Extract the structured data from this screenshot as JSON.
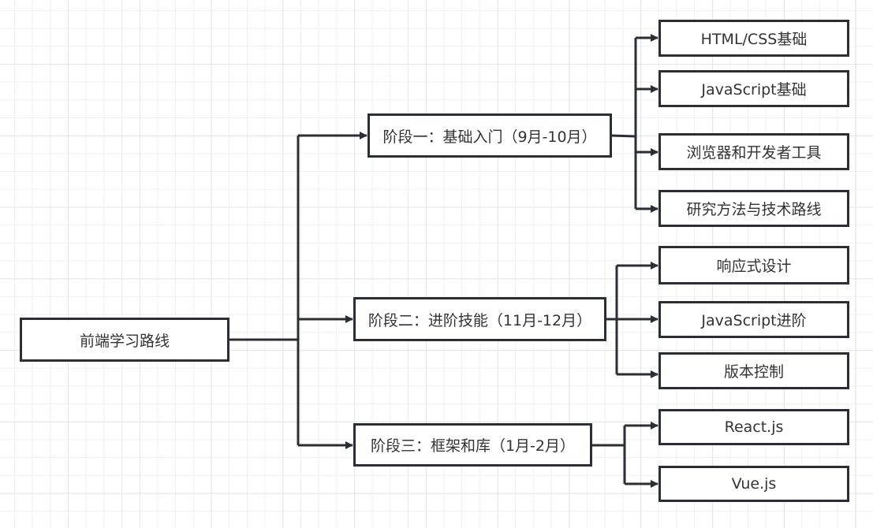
{
  "diagram": {
    "title": "前端学习路线",
    "colors": {
      "stroke": "#2b2f33",
      "text": "#333333",
      "background": "#ffffff",
      "grid": "#f0f0f0"
    },
    "root": {
      "id": "root",
      "label": "前端学习路线"
    },
    "stages": [
      {
        "id": "stage1",
        "label": "阶段一：基础入门（9月-10月）",
        "children": [
          {
            "id": "s1c1",
            "label": "HTML/CSS基础"
          },
          {
            "id": "s1c2",
            "label": "JavaScript基础"
          },
          {
            "id": "s1c3",
            "label": "浏览器和开发者工具"
          },
          {
            "id": "s1c4",
            "label": "研究方法与技术路线"
          }
        ]
      },
      {
        "id": "stage2",
        "label": "阶段二：进阶技能（11月-12月）",
        "children": [
          {
            "id": "s2c1",
            "label": "响应式设计"
          },
          {
            "id": "s2c2",
            "label": "JavaScript进阶"
          },
          {
            "id": "s2c3",
            "label": "版本控制"
          }
        ]
      },
      {
        "id": "stage3",
        "label": "阶段三：框架和库（1月-2月）",
        "children": [
          {
            "id": "s3c1",
            "label": "React.js"
          },
          {
            "id": "s3c2",
            "label": "Vue.js"
          }
        ]
      }
    ],
    "edges": [
      {
        "from": "root",
        "to": "stage1"
      },
      {
        "from": "root",
        "to": "stage2"
      },
      {
        "from": "root",
        "to": "stage3"
      },
      {
        "from": "stage1",
        "to": "s1c1"
      },
      {
        "from": "stage1",
        "to": "s1c2"
      },
      {
        "from": "stage1",
        "to": "s1c3"
      },
      {
        "from": "stage1",
        "to": "s1c4"
      },
      {
        "from": "stage2",
        "to": "s2c1"
      },
      {
        "from": "stage2",
        "to": "s2c2"
      },
      {
        "from": "stage2",
        "to": "s2c3"
      },
      {
        "from": "stage3",
        "to": "s3c1"
      },
      {
        "from": "stage3",
        "to": "s3c2"
      }
    ]
  }
}
